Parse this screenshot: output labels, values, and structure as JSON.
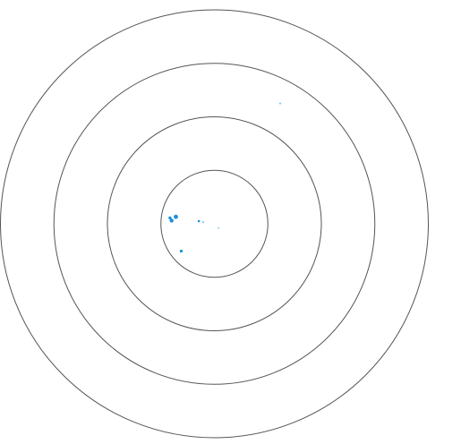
{
  "chart_data": {
    "type": "scatter",
    "title": "",
    "xlabel": "",
    "ylabel": "",
    "coordinate_system": "polar",
    "radial_rings": [
      1,
      2,
      3,
      4
    ],
    "rmax": 4,
    "grid": true,
    "legend": "none",
    "colors": {
      "ring": "#555555",
      "point": "#1a8fd6",
      "point_light": "#7fc4ee"
    },
    "series": [
      {
        "points": [
          {
            "x": -0.72,
            "y": 0.13,
            "size": 2.4
          },
          {
            "x": -0.8,
            "y": 0.06,
            "size": 2.2
          },
          {
            "x": -0.83,
            "y": 0.11,
            "size": 1.7
          },
          {
            "x": -0.62,
            "y": -0.51,
            "size": 1.6
          },
          {
            "x": -0.29,
            "y": 0.05,
            "size": 1.3
          },
          {
            "x": -0.21,
            "y": 0.03,
            "size": 1.1
          },
          {
            "x": 0.08,
            "y": -0.08,
            "size": 0.9
          },
          {
            "x": 1.23,
            "y": 2.25,
            "size": 1.1
          }
        ]
      }
    ]
  }
}
